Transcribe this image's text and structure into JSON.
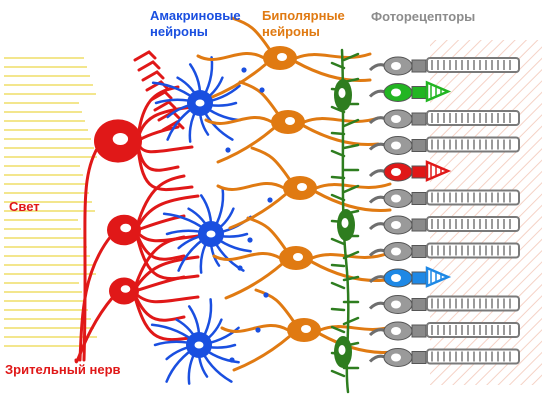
{
  "labels": {
    "amacrine": "Амакриновые нейроны",
    "bipolar": "Биполярные нейроны",
    "photoreceptors": "Фоторецепторы",
    "light": "Свет",
    "optic_nerve": "Зрительный нерв"
  },
  "colors": {
    "ganglion": "#e01818",
    "amacrine": "#1a4fe0",
    "bipolar": "#e07a12",
    "horizontal": "#2e7d1f",
    "rod": "#8c8c8c",
    "cone_green": "#22b522",
    "cone_red": "#e01818",
    "cone_blue": "#1e88e5",
    "light_rays": "#f2e27a",
    "hatch": "#f3c7b8"
  },
  "photoreceptors": [
    "rod",
    "cone_green",
    "rod",
    "rod",
    "cone_red",
    "rod",
    "rod",
    "rod",
    "cone_blue",
    "rod",
    "rod",
    "rod"
  ]
}
